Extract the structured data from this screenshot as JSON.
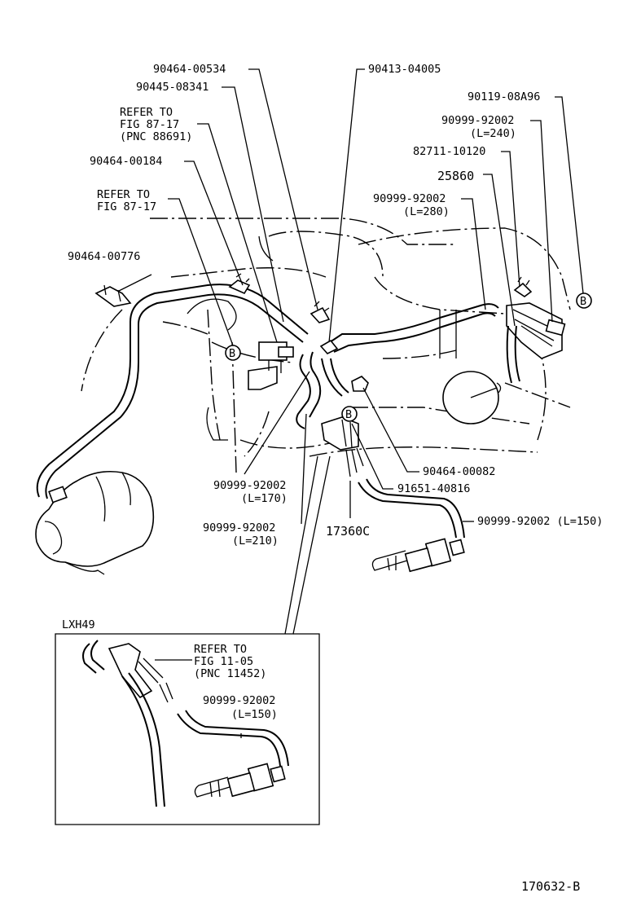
{
  "labels": {
    "p_90464_00534": "90464-00534",
    "p_90445_08341": "90445-08341",
    "refer_87_17a_l1": "REFER TO",
    "refer_87_17a_l2": "FIG 87-17",
    "refer_87_17a_l3": "(PNC 88691)",
    "p_90464_00184": "90464-00184",
    "refer_87_17b_l1": "REFER TO",
    "refer_87_17b_l2": "FIG 87-17",
    "p_90464_00776": "90464-00776",
    "p_90413_04005": "90413-04005",
    "p_90119_08A96": "90119-08A96",
    "p_90999_92002_240": "90999-92002",
    "len_240": "(L=240)",
    "p_82711_10120": "82711-10120",
    "p_25860": "25860",
    "p_90999_92002_280": "90999-92002",
    "len_280": "(L=280)",
    "p_90464_00082": "90464-00082",
    "p_91651_40816": "91651-40816",
    "p_90999_92002_150": "90999-92002 (L=150)",
    "p_90999_92002_170": "90999-92002",
    "len_170": "(L=170)",
    "p_90999_92002_210": "90999-92002",
    "len_210": "(L=210)",
    "p_17360C": "17360C",
    "ref_b": "B",
    "inset_title": "LXH49",
    "inset_refer_l1": "REFER TO",
    "inset_refer_l2": "FIG 11-05",
    "inset_refer_l3": "(PNC 11452)",
    "inset_part": "90999-92002",
    "inset_len": "(L=150)",
    "figure_id": "170632-B"
  }
}
